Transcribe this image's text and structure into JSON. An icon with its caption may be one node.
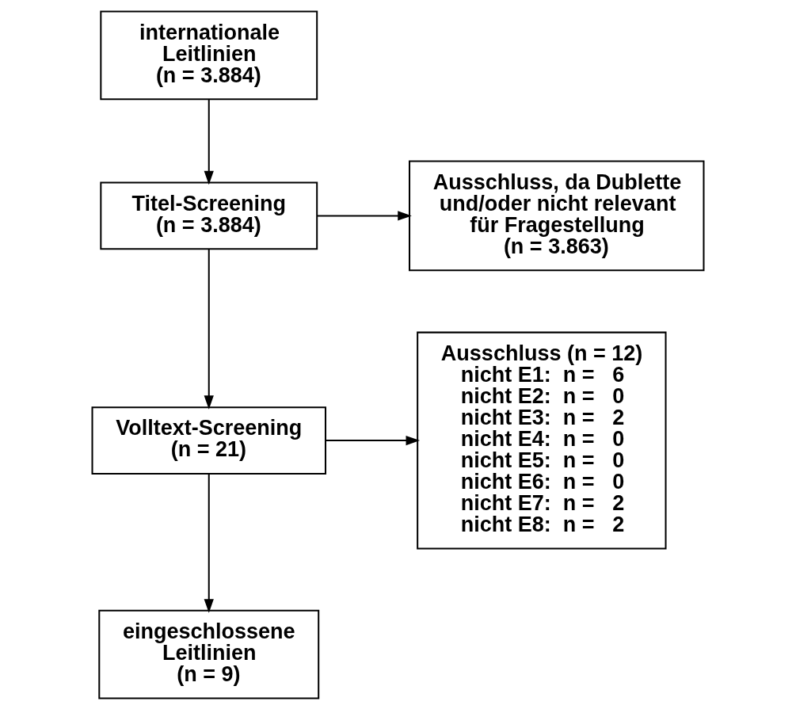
{
  "diagram": {
    "nodes": [
      {
        "text": [
          "internationale Leitlinien (n = 3.884)"
        ]
      },
      {
        "text": [
          "Titel-Screening (n = 3.884)"
        ]
      },
      {
        "text": [
          "Ausschluss, da Dublette und/oder nicht relevant für Fragestellung (n = 3.863)"
        ]
      },
      {
        "text": [
          "Volltext-Screening (n = 21)"
        ]
      },
      {
        "text": [
          "Ausschluss (n = 12)",
          "nicht E1:  n =   6",
          "nicht E2:  n =   0",
          "nicht E3:  n =   2",
          "nicht E4:  n =   0",
          "nicht E5:  n =   0",
          "nicht E6:  n =   0",
          "nicht E7:  n =   2",
          "nicht E8:  n =   2"
        ]
      },
      {
        "text": [
          "eingeschlossene Leitlinien (n = 9)"
        ]
      }
    ],
    "edges": [
      {
        "from": 0,
        "to": 1,
        "arrow": "to"
      },
      {
        "from": 1,
        "to": 2,
        "arrow": "to"
      },
      {
        "from": 1,
        "to": 3,
        "arrow": "to"
      },
      {
        "from": 3,
        "to": 4,
        "arrow": "to"
      },
      {
        "from": 3,
        "to": 5,
        "arrow": "to"
      }
    ]
  }
}
